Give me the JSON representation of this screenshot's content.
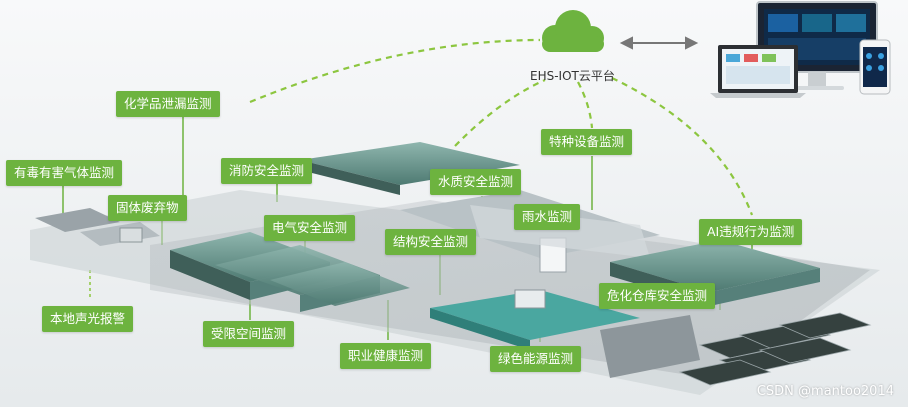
{
  "cloud_platform": {
    "label": "EHS-IOT云平台"
  },
  "labels": {
    "chemical_leak": "化学品泄漏监测",
    "toxic_gas": "有毒有害气体监测",
    "fire_safety": "消防安全监测",
    "special_equipment": "特种设备监测",
    "water_quality": "水质安全监测",
    "solid_waste": "固体废弃物",
    "electrical_safety": "电气安全监测",
    "structural_safety": "结构安全监测",
    "rainwater": "雨水监测",
    "ai_violation": "AI违规行为监测",
    "local_alarm": "本地声光报警",
    "confined_space": "受限空间监测",
    "occupational_health": "职业健康监测",
    "green_energy": "绿色能源监测",
    "hazmat_warehouse": "危化仓库安全监测"
  },
  "watermark": "CSDN @mantoo2014",
  "colors": {
    "label_bg": "#6db33f",
    "dash": "#8cc63f",
    "cloud": "#6db33f"
  }
}
